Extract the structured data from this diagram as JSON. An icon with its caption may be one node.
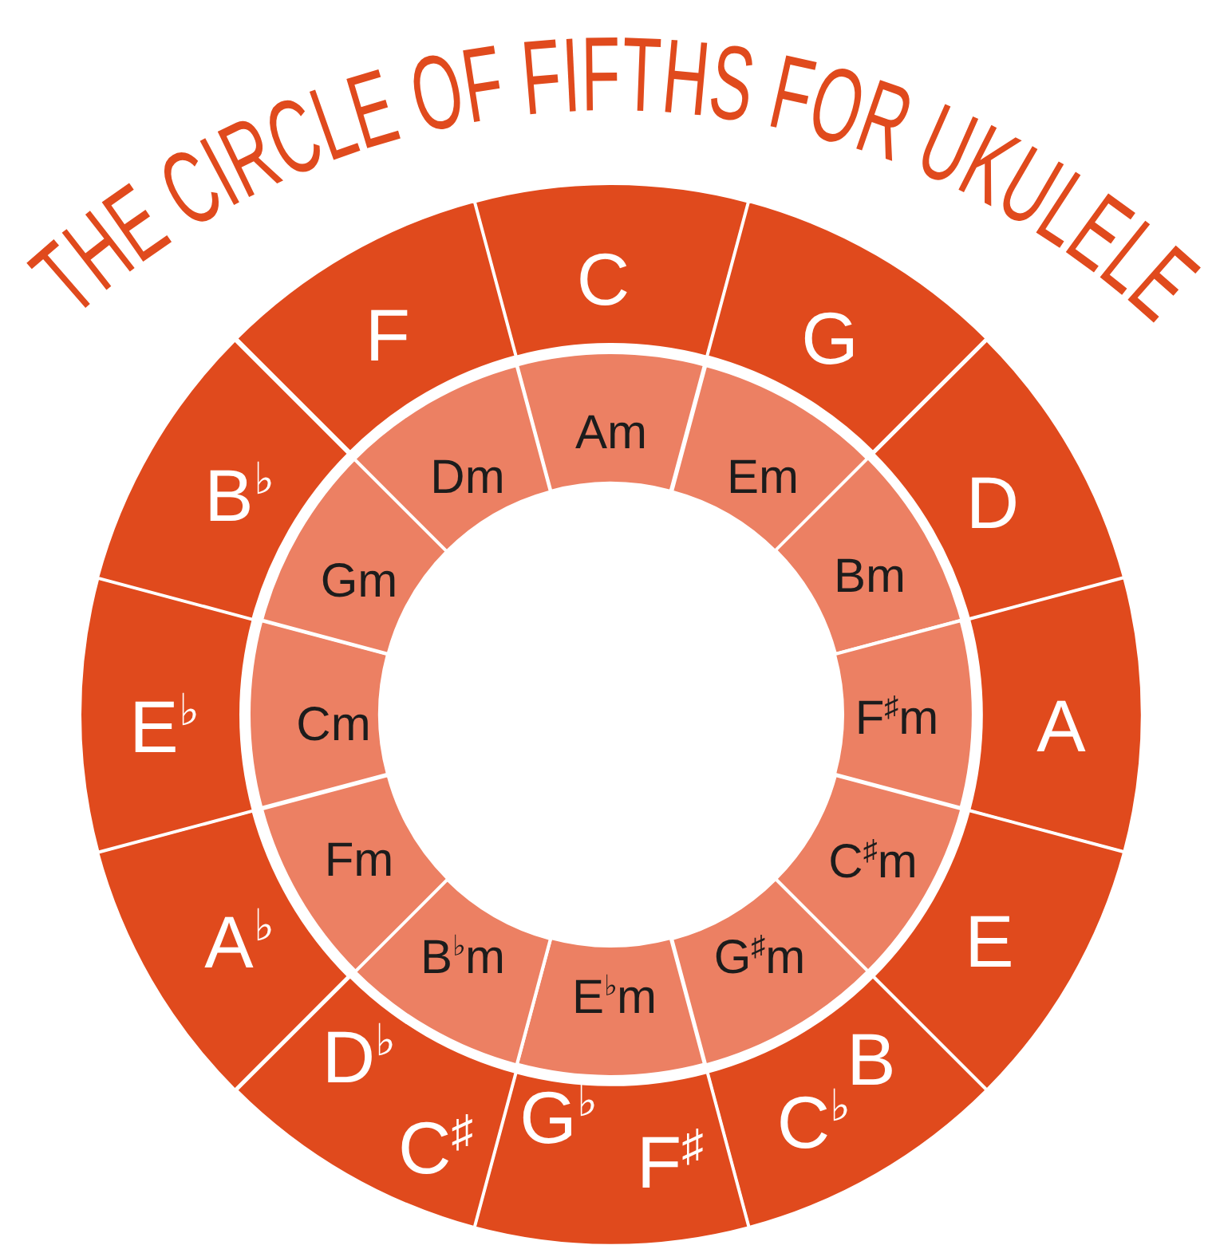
{
  "diagram": {
    "title": "THE CIRCLE OF FIFTHS FOR UKULELE",
    "nodes": [
      {
        "text": [
          "C"
        ]
      },
      {
        "text": [
          "G"
        ]
      },
      {
        "text": [
          "D"
        ]
      },
      {
        "text": [
          "A"
        ]
      },
      {
        "text": [
          "E"
        ]
      },
      {
        "text": [
          "B",
          "C$^{♭}$"
        ]
      },
      {
        "text": [
          "G$^{♭}$",
          "F$^{♯}$"
        ]
      },
      {
        "text": [
          "D$^{♭}$",
          "C$^{♯}$"
        ]
      },
      {
        "text": [
          "A$^{♭}$"
        ]
      },
      {
        "text": [
          "E$^{♭}$"
        ]
      },
      {
        "text": [
          "B$^{♭}$"
        ]
      },
      {
        "text": [
          "F"
        ]
      },
      {
        "text": [
          "Am"
        ]
      },
      {
        "text": [
          "Em"
        ]
      },
      {
        "text": [
          "Bm"
        ]
      },
      {
        "text": [
          "F$^{♯}$m"
        ]
      },
      {
        "text": [
          "C$^{♯}$m"
        ]
      },
      {
        "text": [
          "G$^{♯}$m"
        ]
      },
      {
        "text": [
          "E$^{♭}$m"
        ]
      },
      {
        "text": [
          "B$^{♭}$m"
        ]
      },
      {
        "text": [
          "Fm"
        ]
      },
      {
        "text": [
          "Cm"
        ]
      },
      {
        "text": [
          "Gm"
        ]
      },
      {
        "text": [
          "Dm"
        ]
      }
    ]
  }
}
